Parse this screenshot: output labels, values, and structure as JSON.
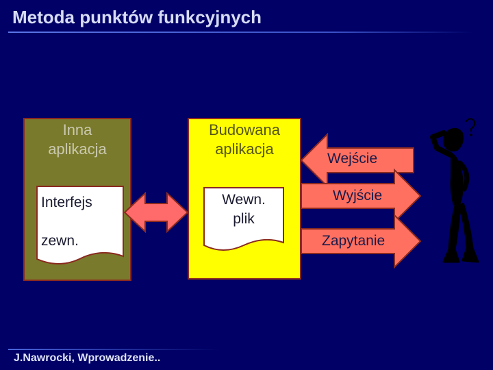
{
  "slide": {
    "title": "Metoda punktów funkcyjnych",
    "footer": "J.Nawrocki, Wprowadzenie.."
  },
  "diagram": {
    "other_app": {
      "label": "Inna\naplikacja",
      "color": "#7a7a2c",
      "document_label": "Interfejs\n\nzewn."
    },
    "built_app": {
      "label": "Budowana\naplikacja",
      "color": "#ffff00",
      "document_label": "Wewn.\nplik"
    },
    "arrows": [
      {
        "label": "Wejście",
        "direction": "left",
        "color": "#ff7060"
      },
      {
        "label": "Wyjście",
        "direction": "right",
        "color": "#ff7060"
      },
      {
        "label": "Zapytanie",
        "direction": "right",
        "color": "#ff7060"
      }
    ],
    "connector": {
      "type": "double-arrow",
      "color": "#ff6a6a"
    },
    "user_figure": {
      "icon": "thinking-stick-figure-icon"
    }
  }
}
